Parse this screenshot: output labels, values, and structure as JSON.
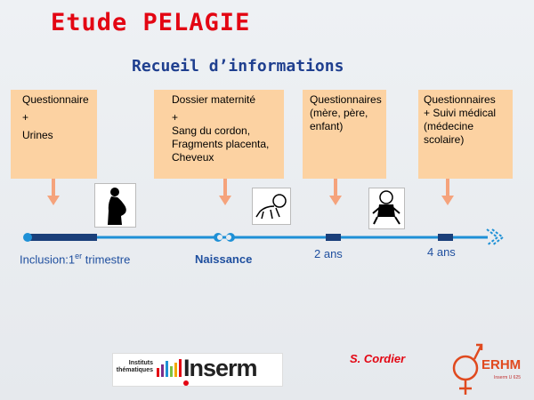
{
  "slide": {
    "title": "Etude PELAGIE",
    "subtitle": "Recueil d’informations",
    "author": "S. Cordier"
  },
  "boxes": [
    {
      "lines": [
        "Questionnaire",
        "+",
        "Urines"
      ]
    },
    {
      "lines": [
        "Dossier maternité",
        "+",
        "Sang du cordon,",
        "Fragments placenta,",
        "Cheveux"
      ]
    },
    {
      "lines": [
        "Questionnaires",
        "(mère, père,",
        "enfant)"
      ]
    },
    {
      "lines": [
        "Questionnaires",
        "+ Suivi médical",
        "(médecine",
        "scolaire)"
      ]
    }
  ],
  "timeline": {
    "inclusion_prefix": "Inclusion:1",
    "inclusion_sup": "er",
    "inclusion_suffix": " trimestre",
    "birth": "Naissance",
    "age2": "2 ans",
    "age4": "4 ans"
  },
  "logos": {
    "institutes": "Instituts thématiques",
    "inserm": "Inserm",
    "erhm": "ERHM",
    "erhm_sub": "Inserm U 625"
  },
  "colors": {
    "title": "#e30613",
    "subtitle": "#1f3f8f",
    "box": "#fcd2a2",
    "arrow": "#f5a37c",
    "timeline": "#1e90d6",
    "timeline_dark": "#1a3f7a"
  },
  "icons": [
    "pregnant-woman-icon",
    "crawling-baby-icon",
    "sitting-child-icon"
  ]
}
